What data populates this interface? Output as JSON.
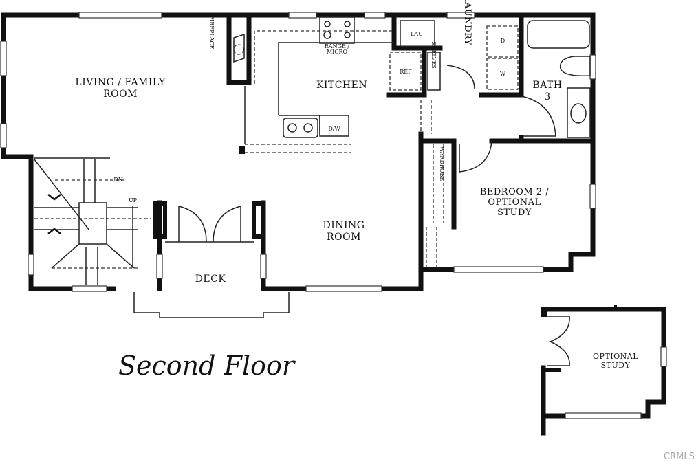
{
  "title": "Second Floor",
  "watermark": "CRMLS",
  "rooms": {
    "living": [
      "LIVING / FAMILY",
      "ROOM"
    ],
    "kitchen": "KITCHEN",
    "dining": [
      "DINING",
      "ROOM"
    ],
    "deck": "DECK",
    "bedroom": [
      "BEDROOM 2 /",
      "OPTIONAL",
      "STUDY"
    ],
    "bath": [
      "BATH",
      "3"
    ],
    "laundry": "LAUNDRY",
    "optional_study": [
      "OPTIONAL",
      "STUDY"
    ]
  },
  "fixtures": {
    "fireplace": "FIREPLACE",
    "range": [
      "RANGE /",
      "MICRO"
    ],
    "ref": "REF",
    "shelves": "SHELVES",
    "dw": "D/W",
    "lau": "LAU",
    "dryer": "D",
    "washer": "W",
    "wardrobe": "WARDROBE",
    "stair_dn": "DN",
    "stair_up": "UP"
  }
}
